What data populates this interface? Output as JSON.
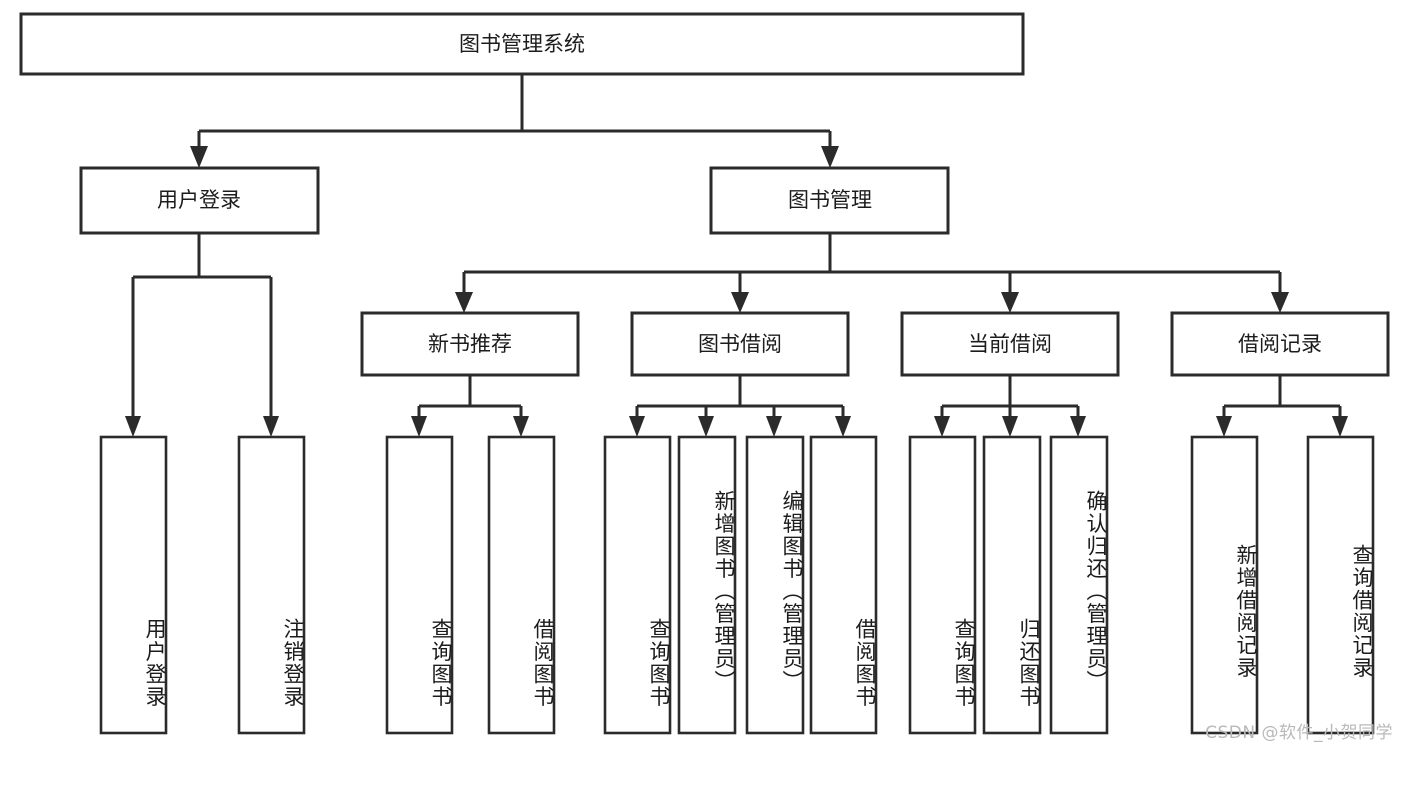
{
  "diagram": {
    "type": "tree-hierarchy",
    "title": "图书管理系统",
    "watermark": "CSDN @软件_小贺同学",
    "colors": {
      "stroke": "#2b2b2b",
      "fill": "#ffffff",
      "text": "#1c1c1c",
      "background": "#ffffff",
      "watermark": "#b9b9b9"
    },
    "root": {
      "id": "root",
      "label": "图书管理系统"
    },
    "level1": [
      {
        "id": "user-login",
        "label": "用户登录"
      },
      {
        "id": "book-manage",
        "label": "图书管理"
      }
    ],
    "level2": [
      {
        "id": "new-book-recommend",
        "label": "新书推荐",
        "parent": "book-manage"
      },
      {
        "id": "book-borrow",
        "label": "图书借阅",
        "parent": "book-manage"
      },
      {
        "id": "current-borrow",
        "label": "当前借阅",
        "parent": "book-manage"
      },
      {
        "id": "borrow-record",
        "label": "借阅记录",
        "parent": "book-manage"
      }
    ],
    "leaves": [
      {
        "id": "leaf-user-login",
        "label": "用户登录",
        "parent": "user-login"
      },
      {
        "id": "leaf-logout-login",
        "label": "注销登录",
        "parent": "user-login"
      },
      {
        "id": "leaf-query-book-1",
        "label": "查询图书",
        "parent": "new-book-recommend"
      },
      {
        "id": "leaf-borrow-book-1",
        "label": "借阅图书",
        "parent": "new-book-recommend"
      },
      {
        "id": "leaf-query-book-2",
        "label": "查询图书",
        "parent": "book-borrow"
      },
      {
        "id": "leaf-add-book",
        "label": "新增图书（管理员）",
        "parent": "book-borrow"
      },
      {
        "id": "leaf-edit-book",
        "label": "编辑图书（管理员）",
        "parent": "book-borrow"
      },
      {
        "id": "leaf-borrow-book-2",
        "label": "借阅图书",
        "parent": "book-borrow"
      },
      {
        "id": "leaf-query-book-3",
        "label": "查询图书",
        "parent": "current-borrow"
      },
      {
        "id": "leaf-return-book",
        "label": "归还图书",
        "parent": "current-borrow"
      },
      {
        "id": "leaf-confirm-return",
        "label": "确认归还（管理员）",
        "parent": "current-borrow"
      },
      {
        "id": "leaf-add-record",
        "label": "新增借阅记录",
        "parent": "borrow-record"
      },
      {
        "id": "leaf-query-record",
        "label": "查询借阅记录",
        "parent": "borrow-record"
      }
    ]
  }
}
